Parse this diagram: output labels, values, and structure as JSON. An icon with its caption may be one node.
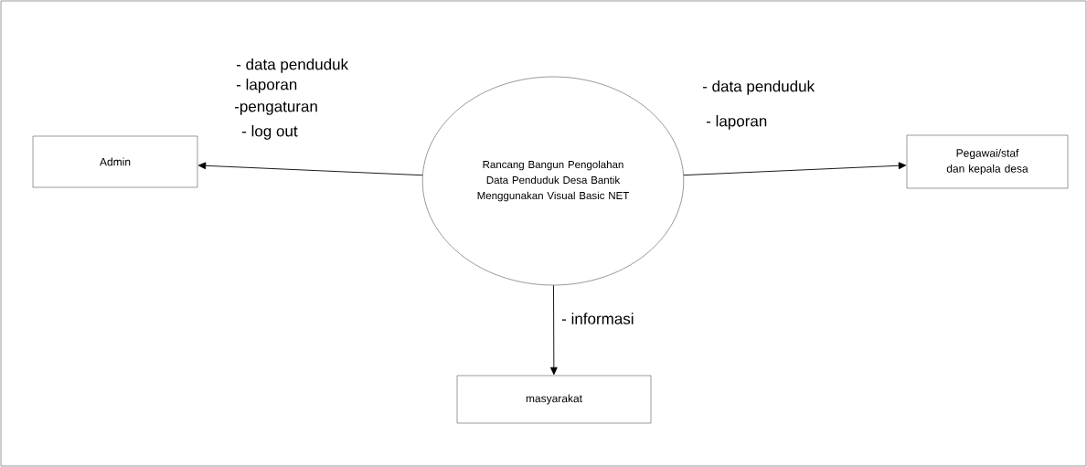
{
  "diagram": {
    "nodes": [
      {
        "text": [
          "Rancang Bangun Pengolahan Data Penduduk Desa Bantik Menggunakan Visual Basic NET"
        ]
      },
      {
        "text": [
          "Admin"
        ]
      },
      {
        "text": [
          "Pegawai/staf dan kepala desa"
        ]
      },
      {
        "text": [
          "masyarakat"
        ]
      }
    ],
    "edges": [
      {
        "from": 0,
        "to": 1,
        "arrow": "to"
      },
      {
        "from": 0,
        "to": 2,
        "arrow": "to"
      },
      {
        "from": 0,
        "to": 3,
        "arrow": "to"
      }
    ],
    "labels": [
      "- data penduduk",
      "- laporan",
      "-pengaturan",
      "- log out",
      "- data penduduk",
      "- laporan",
      "- informasi"
    ]
  }
}
